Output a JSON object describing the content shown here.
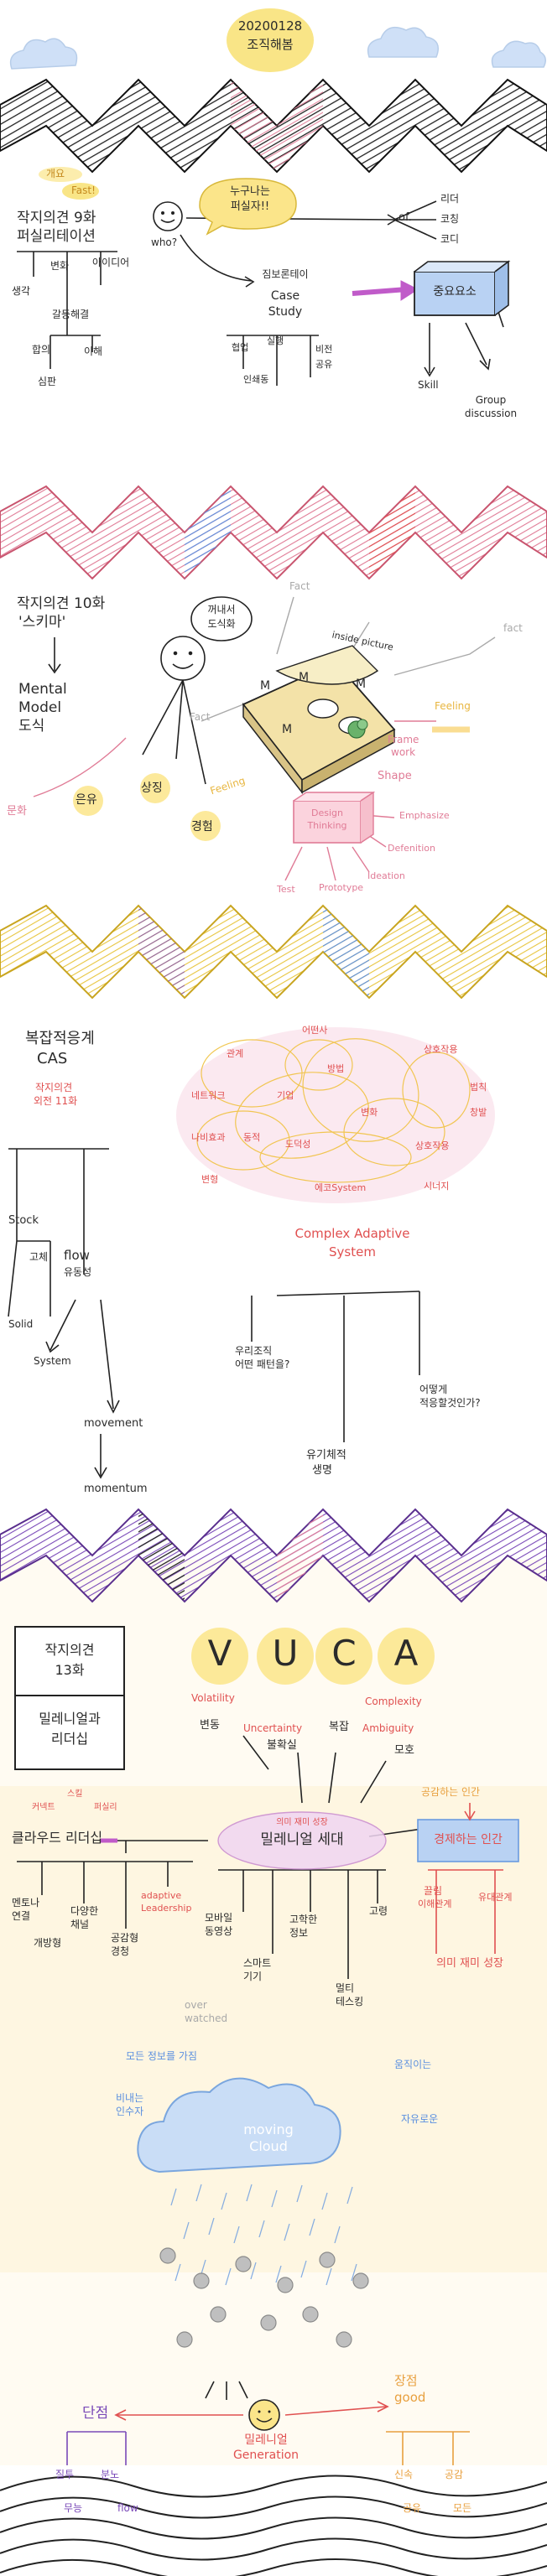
{
  "header": {
    "date": "20200128",
    "subtitle": "조직해봄"
  },
  "section1": {
    "label_gaeyo": "개요",
    "label_fast": "Fast!",
    "title_line1": "작지의견 9화",
    "title_line2": "퍼실리테이션",
    "who": "who?",
    "bubble_line1": "누구나는",
    "bubble_line2": "퍼실자!!",
    "of": "of.",
    "right_items": [
      "리더",
      "코칭",
      "코디"
    ],
    "case_korean": "짐보론테이",
    "case_line1": "Case",
    "case_line2": "Study",
    "key_box": "중요요소",
    "skill": "Skill",
    "group_line1": "Group",
    "group_line2": "discussion",
    "left_sub": [
      "변화",
      "아이디어",
      "생각",
      "갈등해결",
      "합의",
      "이해",
      "심판"
    ],
    "case_sub": [
      "협업",
      "실행",
      "인쇄동",
      "비전",
      "공유"
    ]
  },
  "section2": {
    "title_line1": "작지의견 10화",
    "title_line2": "'스키마'",
    "bubble_line1": "꺼내서",
    "bubble_line2": "도식화",
    "fact_top": "Fact",
    "inside": "inside picture",
    "fact_right": "fact",
    "fact_left": "Fact",
    "feeling_right": "Feeling",
    "frame_line1": "Frame",
    "frame_line2": "work",
    "shape": "Shape",
    "mental_line1": "Mental",
    "mental_line2": "Model",
    "mental_line3": "도식",
    "munhwa": "문화",
    "eunyu": "은유",
    "sangjing": "상징",
    "gyeongheom": "경험",
    "feeling_left": "Feeling",
    "design_line1": "Design",
    "design_line2": "Thinking",
    "steps": [
      "Emphasize",
      "Defenition",
      "Ideation",
      "Prototype",
      "Test"
    ],
    "m_letters": [
      "M",
      "M",
      "M",
      "M"
    ]
  },
  "section3": {
    "title1": "복잡적응계",
    "title2": "CAS",
    "note1": "작지의견",
    "note2": "외전 11화",
    "stock": "Stock",
    "gogye": "고체",
    "flow": "flow",
    "yudong": "유동성",
    "solid": "Solid",
    "system": "System",
    "movement": "movement",
    "momentum": "momentum",
    "scribble_words": [
      "관계",
      "어떤사",
      "네트워크",
      "동적",
      "방법",
      "상호작용",
      "나비효과",
      "도덕성",
      "변화",
      "기업",
      "법칙",
      "상호작용",
      "창발",
      "변형",
      "에코System",
      "시너지"
    ],
    "cas_line1": "Complex Adaptive",
    "cas_line2": "System",
    "q1_line1": "우리조직",
    "q1_line2": "어떤 패턴을?",
    "q2_line1": "어떻게",
    "q2_line2": "적응할것인가?",
    "q3_line1": "유기체적",
    "q3_line2": "생명"
  },
  "section4": {
    "box_line1": "작지의견",
    "box_line2": "13화",
    "box_line3": "밀레니얼과",
    "box_line4": "리더십",
    "voca": [
      "V",
      "U",
      "C",
      "A"
    ],
    "volatility": "Volatility",
    "complexity": "Complexity",
    "uncertainty": "Uncertainty",
    "ambiguity": "Ambiguity",
    "k_volatility": "변동",
    "k_uncertainty": "불확실",
    "k_complexity": "복잡",
    "k_ambiguity": "모호",
    "leader_tags": [
      "커넥트",
      "스킬",
      "퍼실리"
    ],
    "leadership": "클라우드 리더십",
    "leader_sub": [
      "멘토나",
      "연결",
      "다양한",
      "채널",
      "개방형",
      "공감형",
      "경청"
    ],
    "adaptive_line1": "adaptive",
    "adaptive_line2": "Leadership",
    "millennial_tag": "의미 재미 성장",
    "millennial": "밀레니얼 세대",
    "mill_sub": [
      "모바일",
      "동영상",
      "고학한",
      "정보",
      "고령",
      "스마트",
      "기기",
      "멀티",
      "테스킹"
    ],
    "overwatched_line1": "over",
    "overwatched_line2": "watched",
    "right_tag": "공감하는 인간",
    "right_box": "경제하는 인간",
    "right_sub": [
      "끌림",
      "이해관계",
      "유대관계"
    ],
    "right_bottom": "의미 재미 성장"
  },
  "section5": {
    "top_left": "모든 정보를 가짐",
    "top_right": "움직이는",
    "left_line1": "비내는",
    "left_line2": "인수자",
    "right_side": "자유로운",
    "cloud_line1": "moving",
    "cloud_line2": "Cloud",
    "dandjeom": "단점",
    "millennial": "밀레니얼",
    "generation": "Generation",
    "jangjeom": "장점",
    "good": "good",
    "left_sub": [
      "질투",
      "분노",
      "무능",
      "flow"
    ],
    "right_sub": [
      "신속",
      "공감",
      "공유",
      "모든"
    ]
  }
}
